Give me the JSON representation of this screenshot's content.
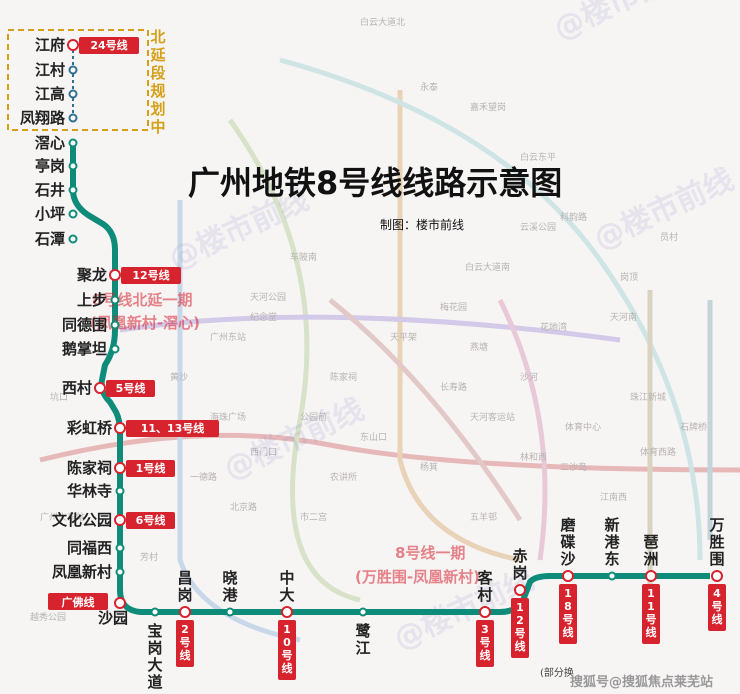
{
  "title": "广州地铁8号线线路示意图",
  "credit": "制图：楼市前线",
  "north_section_label": [
    "北",
    "延",
    "段",
    "规",
    "划",
    "中"
  ],
  "phase_north_label": {
    "line1": "8号线北延一期",
    "line2": "(凤凰新村-滘心)"
  },
  "phase_one_label": {
    "line1": "8号线一期",
    "line2": "(万胜围-凤凰新村)"
  },
  "footer_note": "(部分换",
  "footer_source": "搜狐号@搜狐焦点莱芜站",
  "watermark": "@楼市前线",
  "colors": {
    "line8": "#0f8c79",
    "transfer": "#d7232d",
    "planned": "#d4a017"
  },
  "vertical_stations": [
    {
      "name": "江府",
      "transfer": "24号线",
      "planned": true
    },
    {
      "name": "江村",
      "planned": true
    },
    {
      "name": "江高",
      "planned": true
    },
    {
      "name": "凤翔路",
      "planned": true
    },
    {
      "name": "滘心"
    },
    {
      "name": "亭岗"
    },
    {
      "name": "石井"
    },
    {
      "name": "小坪"
    },
    {
      "name": "石潭"
    },
    {
      "name": "聚龙",
      "transfer": "12号线"
    },
    {
      "name": "上步"
    },
    {
      "name": "同德围"
    },
    {
      "name": "鹅掌坦"
    },
    {
      "name": "西村",
      "transfer": "5号线"
    },
    {
      "name": "彩虹桥",
      "transfer": "11、13号线"
    },
    {
      "name": "陈家祠",
      "transfer": "1号线"
    },
    {
      "name": "华林寺"
    },
    {
      "name": "文化公园",
      "transfer": "6号线"
    },
    {
      "name": "同福西"
    },
    {
      "name": "凤凰新村"
    }
  ],
  "bottom_stations": [
    {
      "name": "沙园",
      "transfer": "广佛线"
    },
    {
      "name": "宝岗大道"
    },
    {
      "name": "昌岗",
      "transfer": "2号线"
    },
    {
      "name": "晓港"
    },
    {
      "name": "中大",
      "transfer": "10号线"
    },
    {
      "name": "鹭江"
    },
    {
      "name": "客村",
      "transfer": "3号线"
    },
    {
      "name": "赤岗",
      "transfer": "12号线"
    },
    {
      "name": "磨碟沙",
      "transfer": "18号线"
    },
    {
      "name": "新港东"
    },
    {
      "name": "琶洲",
      "transfer": "11号线"
    },
    {
      "name": "万胜围",
      "transfer": "4号线"
    }
  ],
  "background_labels": [
    "白云大道北",
    "永泰",
    "嘉禾望岗",
    "白云东平",
    "云溪公园",
    "白云大道南",
    "梅花园",
    "天平架",
    "燕塘",
    "沙河",
    "天河客运站",
    "林和西",
    "体育中心",
    "天河南",
    "珠江新城",
    "五羊邨",
    "杨箕",
    "东山口",
    "农讲所",
    "公园前",
    "西门口",
    "海珠广场",
    "一德路",
    "北京路",
    "市二宫",
    "二沙岛",
    "江南西",
    "体育西路",
    "石牌桥",
    "岗顶",
    "员村",
    "科韵路",
    "车陂南",
    "天河公园",
    "广州东站",
    "黄沙",
    "芳村",
    "坑口",
    "广州火车站",
    "越秀公园",
    "纪念堂",
    "陈家祠",
    "长寿路",
    "花地湾"
  ]
}
